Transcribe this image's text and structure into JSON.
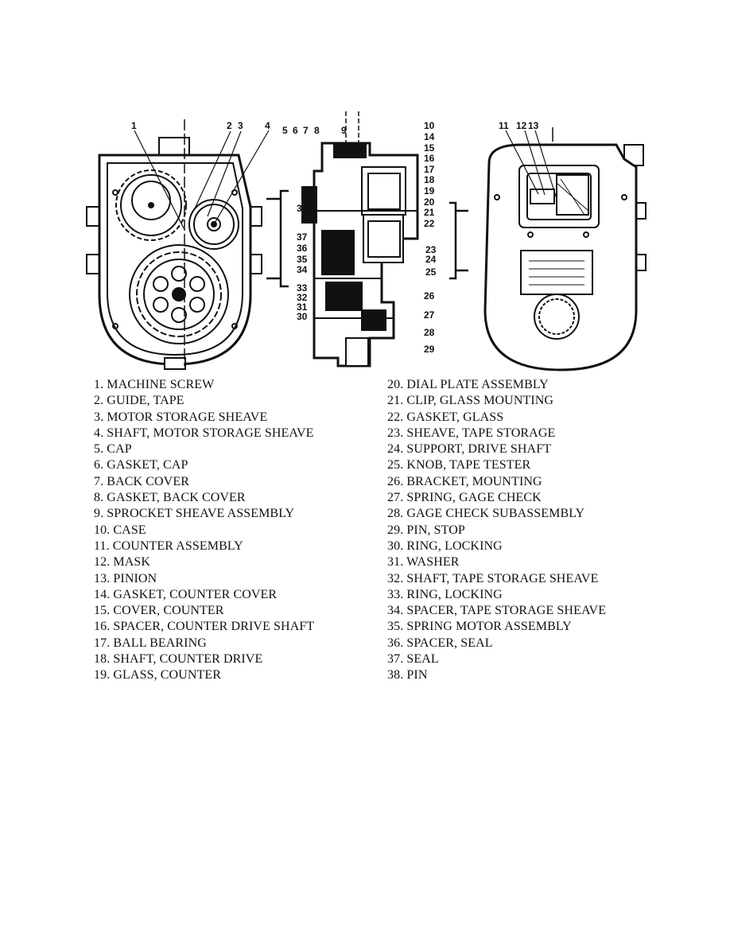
{
  "callouts": [
    "1",
    "2",
    "3",
    "4",
    "5",
    "6",
    "7",
    "8",
    "9",
    "10",
    "14",
    "15",
    "16",
    "17",
    "18",
    "19",
    "20",
    "21",
    "22",
    "23",
    "24",
    "25",
    "26",
    "27",
    "28",
    "29",
    "30",
    "31",
    "32",
    "33",
    "34",
    "35",
    "36",
    "37",
    "38",
    "11",
    "12",
    "13"
  ],
  "legend": {
    "left": [
      "1. MACHINE SCREW",
      "2. GUIDE, TAPE",
      "3. MOTOR STORAGE SHEAVE",
      "4. SHAFT, MOTOR STORAGE SHEAVE",
      "5. CAP",
      "6. GASKET, CAP",
      "7. BACK COVER",
      "8. GASKET, BACK COVER",
      "9. SPROCKET SHEAVE ASSEMBLY",
      "10. CASE",
      "11. COUNTER ASSEMBLY",
      "12. MASK",
      "13. PINION",
      "14. GASKET, COUNTER COVER",
      "15. COVER, COUNTER",
      "16. SPACER, COUNTER DRIVE SHAFT",
      "17. BALL BEARING",
      "18. SHAFT, COUNTER DRIVE",
      "19. GLASS, COUNTER"
    ],
    "right": [
      "20. DIAL PLATE ASSEMBLY",
      "21. CLIP, GLASS MOUNTING",
      "22. GASKET, GLASS",
      "23. SHEAVE, TAPE STORAGE",
      "24. SUPPORT, DRIVE SHAFT",
      "25. KNOB, TAPE TESTER",
      "26. BRACKET, MOUNTING",
      "27. SPRING, GAGE CHECK",
      "28. GAGE CHECK SUBASSEMBLY",
      "29. PIN, STOP",
      "30. RING, LOCKING",
      "31. WASHER",
      "32. SHAFT, TAPE STORAGE SHEAVE",
      "33. RING, LOCKING",
      "34. SPACER, TAPE STORAGE SHEAVE",
      "35. SPRING MOTOR ASSEMBLY",
      "36. SPACER, SEAL",
      "37. SEAL",
      "38. PIN"
    ]
  }
}
